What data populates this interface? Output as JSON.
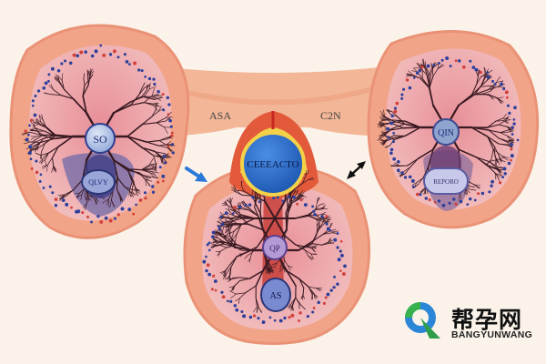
{
  "labels": {
    "top_left": "ASA",
    "top_right": "C2N",
    "center": "CEEEACTO",
    "left_upper": "SO",
    "left_lower": "QLVY",
    "mid_upper": "QP",
    "mid_lower": "AS",
    "right_upper": "QIN",
    "right_lower": "REPORO"
  },
  "watermark": {
    "text": "帮孕网",
    "subtext": "BANGYUNWANG"
  },
  "colors": {
    "background": "#fbf3ea",
    "outer_tissue": "#f2a489",
    "inner_tissue": "#ecaeb0",
    "vessel": "#3a1a22",
    "dot_blue": "#2d3f9a",
    "dot_red": "#d2403a",
    "center_blue": "#2b6fd0",
    "center_ring": "#f3d24a",
    "arrow_blue": "#2a78d8"
  }
}
